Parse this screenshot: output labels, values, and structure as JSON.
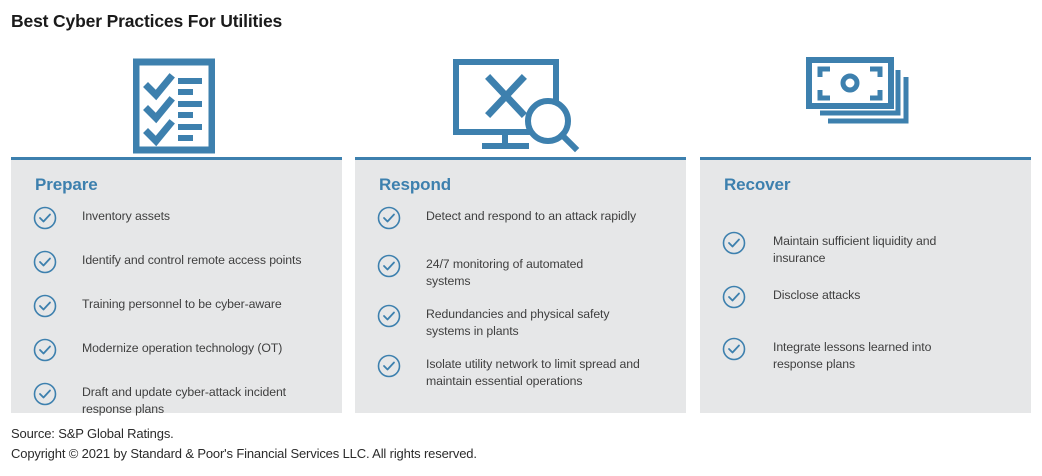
{
  "title": "Best Cyber Practices For Utilities",
  "colors": {
    "accent_blue": "#3d80ae",
    "panel_background": "#e6e7e8",
    "title_text": "#1a1a1a",
    "item_text": "#3f3f3f"
  },
  "columns": [
    {
      "id": "prepare",
      "heading": "Prepare",
      "icon": "clipboard-checklist-icon",
      "items": [
        "Inventory assets",
        "Identify and control remote access points",
        "Training personnel to be cyber-aware",
        "Modernize operation technology (OT)",
        "Draft and update cyber-attack incident response plans"
      ]
    },
    {
      "id": "respond",
      "heading": "Respond",
      "icon": "monitor-error-magnifier-icon",
      "items": [
        "Detect and respond to an attack rapidly",
        "24/7 monitoring of automated systems",
        "Redundancies and physical safety systems in plants",
        "Isolate utility network to limit spread and maintain essential operations"
      ]
    },
    {
      "id": "recover",
      "heading": "Recover",
      "icon": "banknotes-stack-icon",
      "items": [
        "Maintain sufficient liquidity and insurance",
        "Disclose attacks",
        "Integrate lessons learned into response plans"
      ]
    }
  ],
  "footer": {
    "source": "Source: S&P Global Ratings.",
    "copyright": "Copyright © 2021 by Standard & Poor's Financial Services LLC. All rights reserved."
  }
}
